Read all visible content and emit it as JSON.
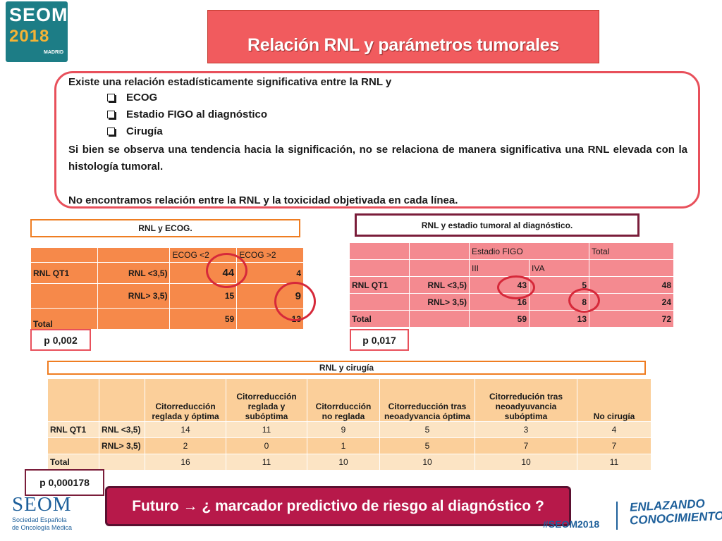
{
  "logo": {
    "line1": "SEOM",
    "line2": "2018",
    "city": "MADRID"
  },
  "title": "Relación RNL y parámetros tumorales",
  "summary": {
    "intro": "Existe una relación estadísticamente significativa entre la RNL y",
    "bullets": [
      "ECOG",
      "Estadio FIGO al diagnóstico",
      "Cirugía"
    ],
    "para1": "Si bien se observa una tendencia hacia la significación, no se relaciona de manera significativa una RNL elevada con la histología tumoral.",
    "para2": "No encontramos relación entre la RNL y la toxicidad objetivada en cada línea."
  },
  "ecog": {
    "caption": "RNL y ECOG.",
    "headers": [
      "ECOG <2",
      "ECOG >2"
    ],
    "group": "RNL QT1",
    "rows": [
      {
        "label": "RNL <3,5)",
        "values": [
          "44",
          "4"
        ]
      },
      {
        "label": "RNL> 3,5)",
        "values": [
          "15",
          "9"
        ]
      }
    ],
    "total_label": "Total",
    "totals": [
      "59",
      "13"
    ],
    "p_value": "p 0,002"
  },
  "figo": {
    "caption": "RNL y estadio tumoral al diagnóstico.",
    "header_main": "Estadio FIGO",
    "header_total": "Total",
    "subheaders": [
      "III",
      "IVA"
    ],
    "group": "RNL QT1",
    "rows": [
      {
        "label": "RNL <3,5)",
        "values": [
          "43",
          "5",
          "48"
        ]
      },
      {
        "label": "RNL> 3,5)",
        "values": [
          "16",
          "8",
          "24"
        ]
      }
    ],
    "total_label": "Total",
    "totals": [
      "59",
      "13",
      "72"
    ],
    "p_value": "p 0,017"
  },
  "cirugia": {
    "caption": "RNL y cirugía",
    "headers": [
      "Citorreducción reglada y óptima",
      "Citorreducción reglada y subóptima",
      "Citorrducción no reglada",
      "Citorreducción tras neoadyvancia óptima",
      "Citorredución tras neoadyuvancia subóptima",
      "No cirugía"
    ],
    "group": "RNL QT1",
    "rows": [
      {
        "label": "RNL <3,5)",
        "values": [
          "14",
          "11",
          "9",
          "5",
          "3",
          "4"
        ]
      },
      {
        "label": "RNL> 3,5)",
        "values": [
          "2",
          "0",
          "1",
          "5",
          "7",
          "7"
        ]
      }
    ],
    "total_label": "Total",
    "totals": [
      "16",
      "11",
      "10",
      "10",
      "10",
      "11"
    ],
    "p_value": "p 0,000178"
  },
  "banner": "Futuro → ¿ marcador predictivo de riesgo al diagnóstico ?",
  "footer": {
    "seom": "SEOM",
    "seom_sub1": "Sociedad Española",
    "seom_sub2": "de Oncología Médica",
    "hashtag": "#SEOM2018",
    "slogan1": "ENLAZANDO",
    "slogan2": "CONOCIMIENTO"
  },
  "colors": {
    "title_bg": "#f15b5e",
    "accent_red": "#e8505b",
    "orange": "#ef7d22",
    "maroon": "#7a1d3a",
    "banner_bg": "#b7194a",
    "brand_blue": "#1d5f9a"
  }
}
